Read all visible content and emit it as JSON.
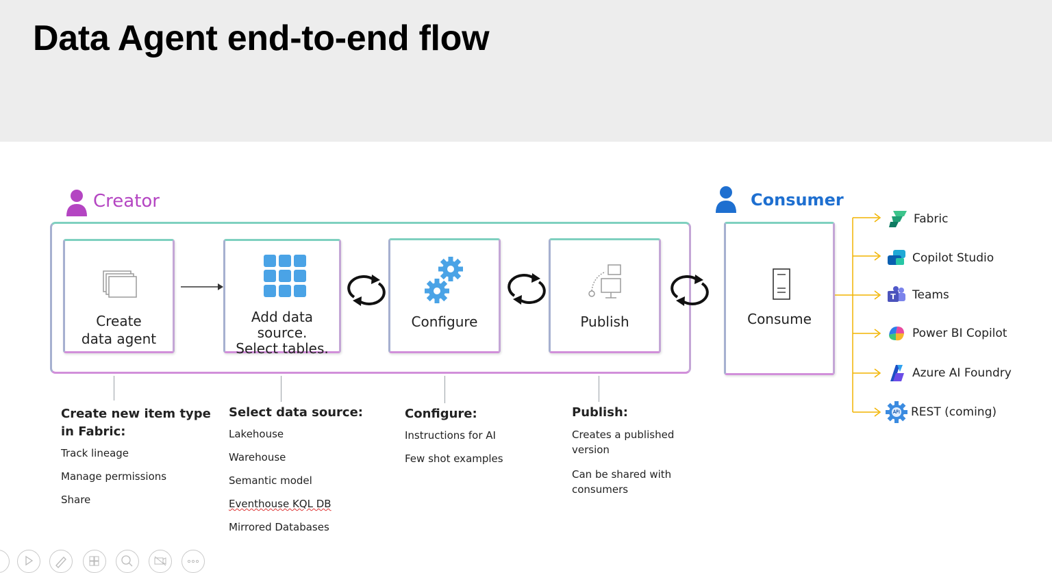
{
  "title": "Data Agent end-to-end flow",
  "roles": {
    "creator": "Creator",
    "consumer": "Consumer"
  },
  "steps": [
    {
      "label": "Create\ndata agent",
      "icon": "stacked-windows-icon"
    },
    {
      "label": "Add data source.\nSelect tables.",
      "icon": "grid-icon"
    },
    {
      "label": "Configure",
      "icon": "gears-icon"
    },
    {
      "label": "Publish",
      "icon": "publish-icon"
    }
  ],
  "consume": {
    "label": "Consume",
    "icon": "document-icon"
  },
  "details": [
    {
      "heading": "Create new item type\nin Fabric:",
      "items": [
        "Track lineage",
        "Manage permissions",
        "Share"
      ]
    },
    {
      "heading": "Select data source:",
      "items": [
        "Lakehouse",
        "Warehouse",
        "Semantic model",
        "Eventhouse KQL DB",
        "Mirrored Databases"
      ]
    },
    {
      "heading": "Configure:",
      "items": [
        "Instructions for AI",
        "Few shot examples"
      ]
    },
    {
      "heading": "Publish:",
      "items": [
        "Creates a published\nversion",
        "Can be shared with\nconsumers"
      ]
    }
  ],
  "targets": [
    {
      "label": "Fabric",
      "icon": "fabric-icon"
    },
    {
      "label": "Copilot Studio",
      "icon": "copilot-studio-icon"
    },
    {
      "label": "Teams",
      "icon": "teams-icon"
    },
    {
      "label": "Power BI Copilot",
      "icon": "copilot-icon"
    },
    {
      "label": "Azure AI Foundry",
      "icon": "azure-ai-foundry-icon"
    },
    {
      "label": "REST (coming)",
      "icon": "api-gear-icon"
    }
  ],
  "colors": {
    "creator": "#b445c2",
    "consumer": "#1e6fd0",
    "connector": "#f2b400",
    "teal_border": "#7ed0bf",
    "pink_border": "#d18fda"
  }
}
